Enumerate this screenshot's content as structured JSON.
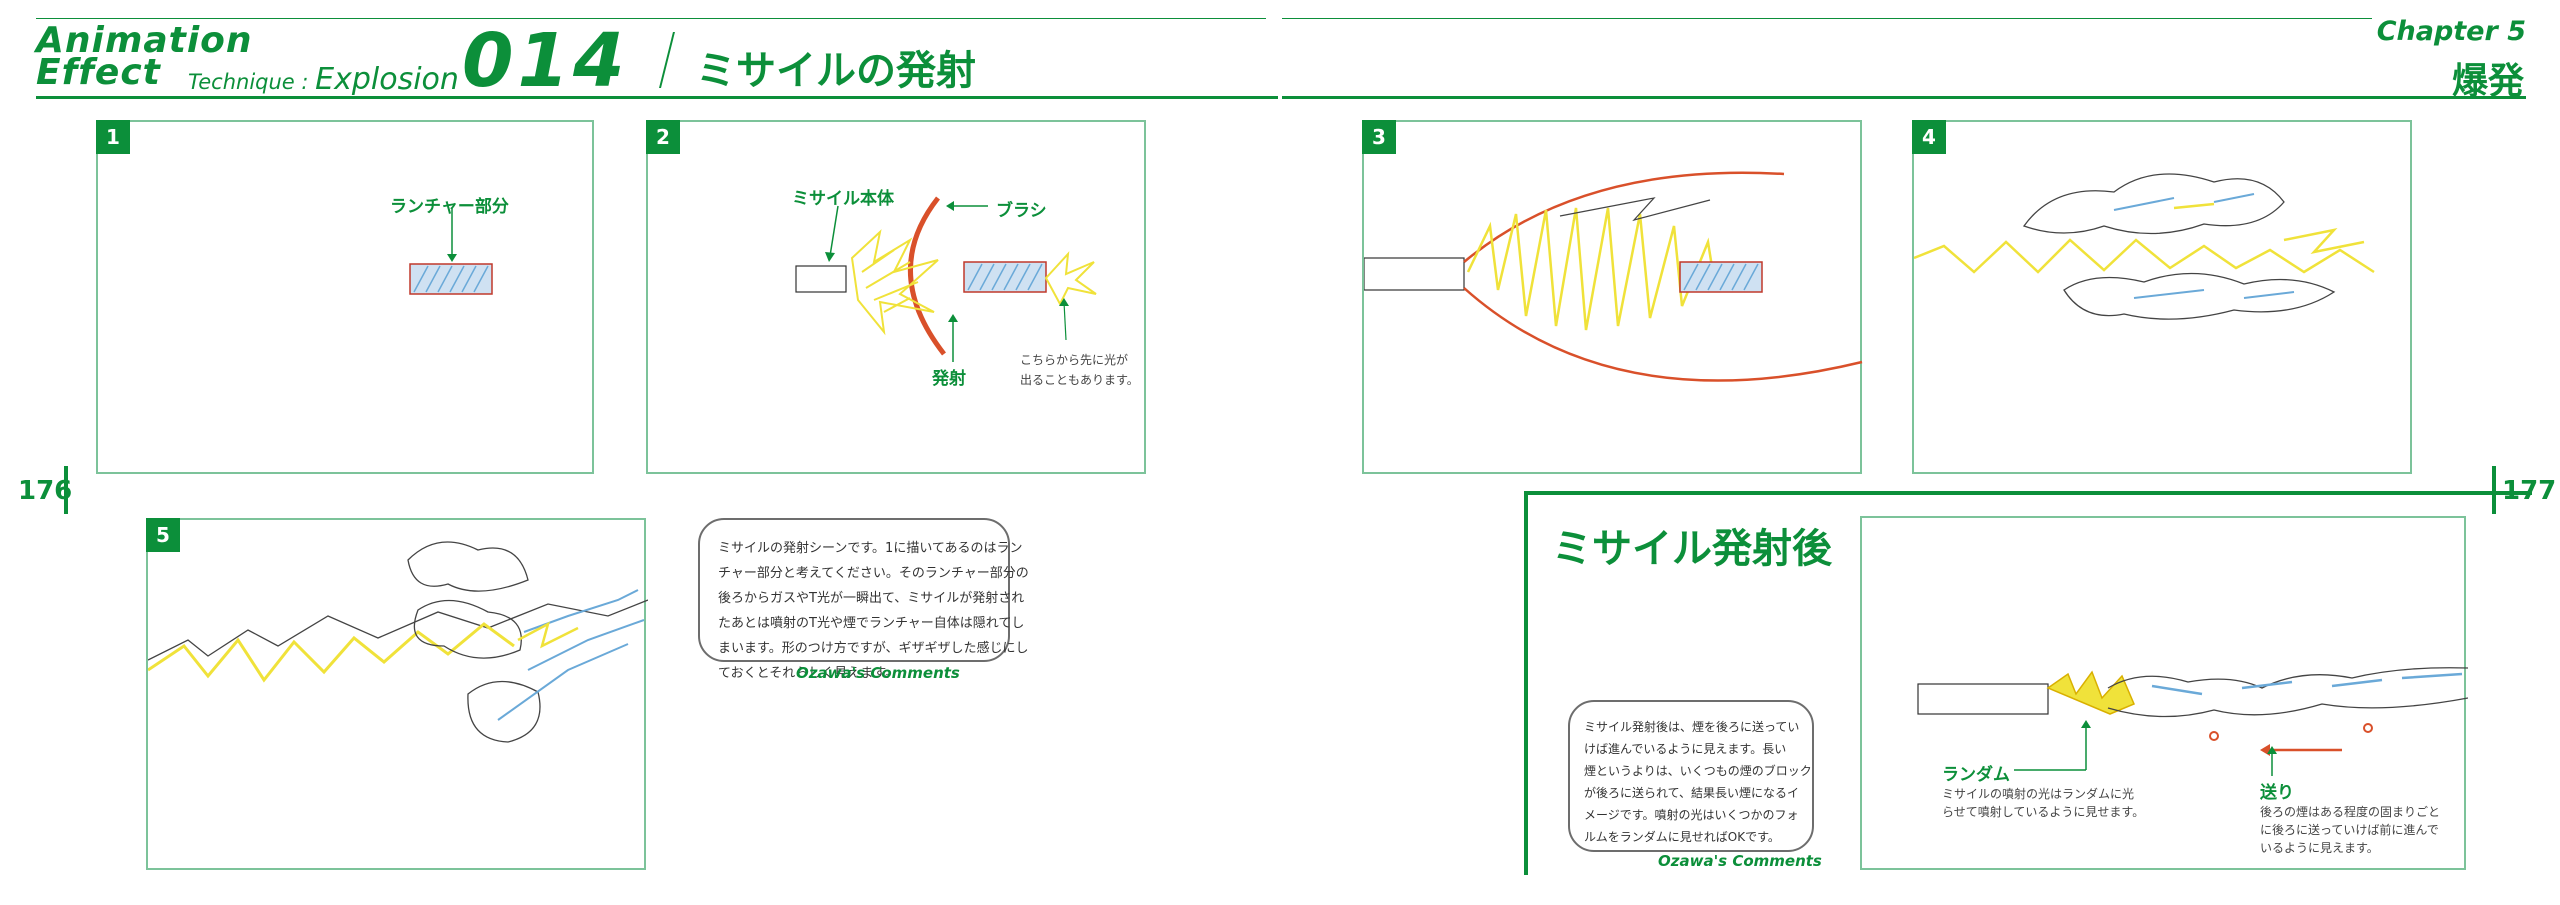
{
  "header": {
    "series_line1": "Animation",
    "series_line2": "Effect",
    "technique_prefix": "Technique : ",
    "technique_name": "Explosion",
    "number": "014",
    "title": "ミサイルの発射",
    "chapter": "Chapter 5",
    "chapter_title": "爆発"
  },
  "pages": {
    "left": "176",
    "right": "177"
  },
  "panels": [
    {
      "num": "1",
      "labels": {
        "launcher": "ランチャー部分"
      }
    },
    {
      "num": "2",
      "labels": {
        "missile": "ミサイル本体",
        "brush": "ブラシ",
        "fire": "発射",
        "note1": "こちらから先に光が",
        "note2": "出ることもあります。"
      }
    },
    {
      "num": "3"
    },
    {
      "num": "4"
    },
    {
      "num": "5"
    }
  ],
  "comment1": {
    "lines": [
      "ミサイルの発射シーンです。1に描いてあるのはラン",
      "チャー部分と考えてください。そのランチャー部分の",
      "後ろからガスやT光が一瞬出て、ミサイルが発射され",
      "たあとは噴射のT光や煙でランチャー自体は隠れてし",
      "まいます。形のつけ方ですが、ギザギザした感じにし",
      "ておくとそれらしく見えます。"
    ],
    "tag": "Ozawa's Comments"
  },
  "after": {
    "title": "ミサイル発射後",
    "comment_lines": [
      "ミサイル発射後は、煙を後ろに送ってい",
      "けば進んでいるように見えます。長い",
      "煙というよりは、いくつもの煙のブロック",
      "が後ろに送られて、結果長い煙になるイ",
      "メージです。噴射の光はいくつかのフォ",
      "ルムをランダムに見せればOKです。"
    ],
    "tag": "Ozawa's Comments",
    "random_label": "ランダム",
    "random_note1": "ミサイルの噴射の光はランダムに光",
    "random_note2": "らせて噴射しているように見せます。",
    "send_label": "送り",
    "send_note1": "後ろの煙はある程度の固まりごと",
    "send_note2": "に後ろに送っていけば前に進んで",
    "send_note3": "いるように見えます。"
  },
  "colors": {
    "accent": "#0c8f3a",
    "panel_border": "#7cc39a",
    "sketch_yellow": "#f0e23a",
    "sketch_blue": "#6aa9d8",
    "sketch_red": "#d9502a"
  }
}
